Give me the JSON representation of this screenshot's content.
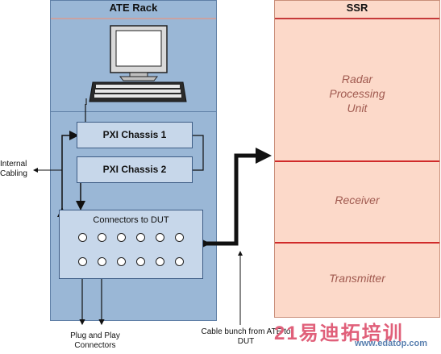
{
  "ate_rack": {
    "title": "ATE Rack",
    "pxi_chassis_1": "PXI Chassis 1",
    "pxi_chassis_2": "PXI Chassis 2",
    "connector_panel_title": "Connectors to DUT"
  },
  "ssr": {
    "title": "SSR",
    "sections": [
      "Radar\nProcessing\nUnit",
      "Receiver",
      "Transmitter"
    ]
  },
  "annotations": {
    "internal_cabling": "Internal\nCabling",
    "plug_and_play": "Plug and Play\nConnectors",
    "cable_bunch": "Cable bunch from ATE to\nDUT"
  },
  "watermark": {
    "text": "21易迪拓培训",
    "url": "www.edatop.com"
  },
  "colors": {
    "rack_fill": "#9ab7d6",
    "chassis_fill": "#c7d7ea",
    "ssr_fill": "#fcd9c9",
    "ssr_separator": "#d02a2a",
    "ssr_label": "#a05a50"
  }
}
